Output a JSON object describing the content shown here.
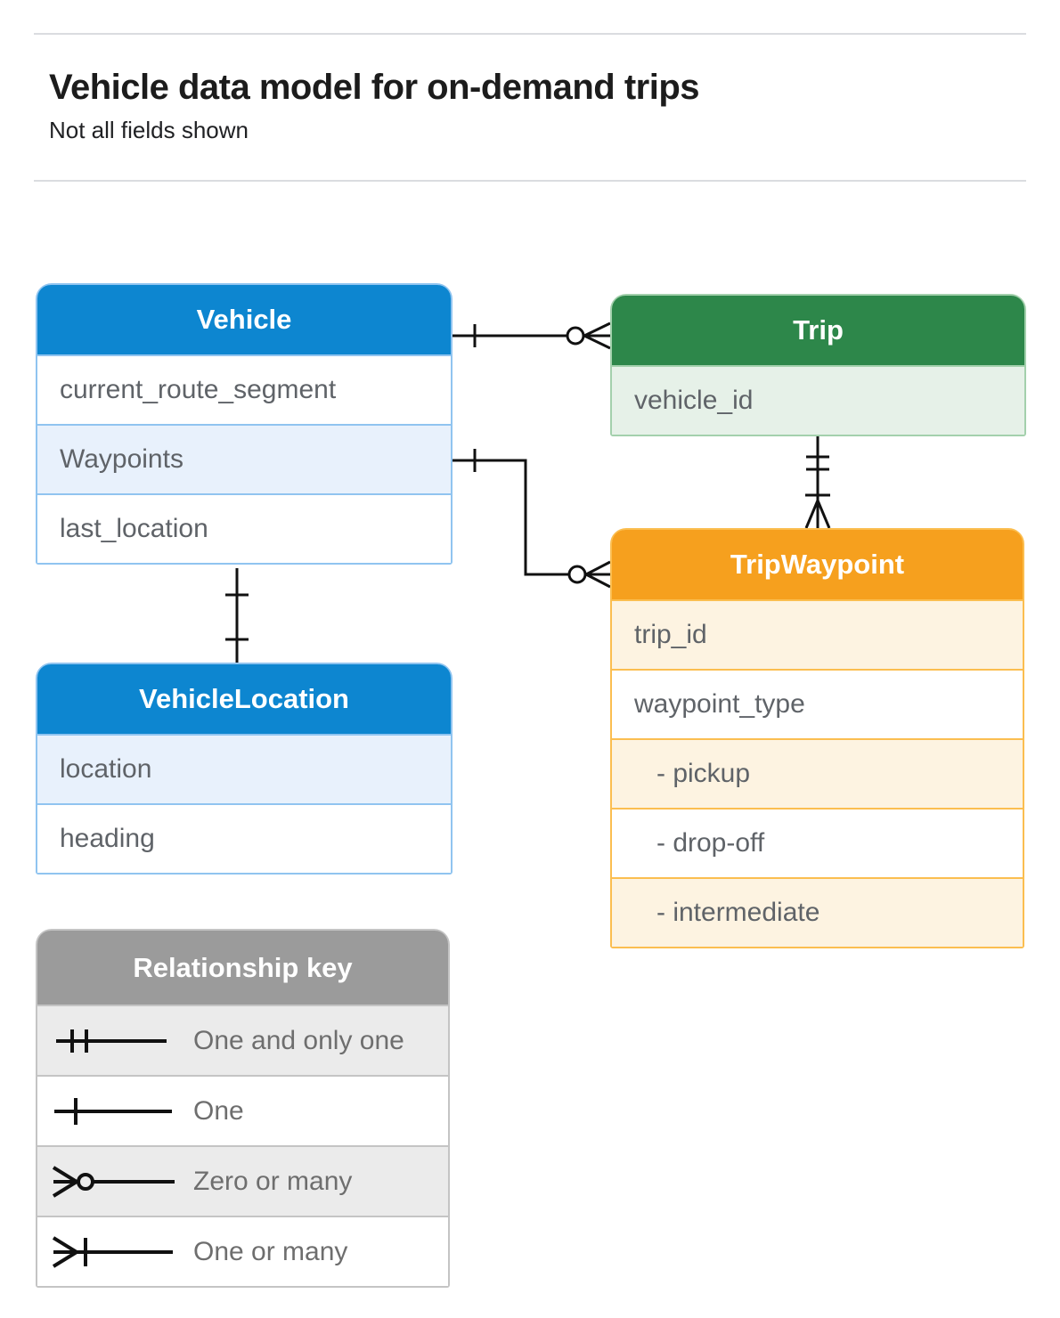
{
  "page": {
    "title": "Vehicle data model for on-demand trips",
    "subtitle": "Not all fields shown"
  },
  "entities": {
    "vehicle": {
      "title": "Vehicle",
      "fields": [
        "current_route_segment",
        "Waypoints",
        "last_location"
      ]
    },
    "trip": {
      "title": "Trip",
      "fields": [
        "vehicle_id"
      ]
    },
    "trip_waypoint": {
      "title": "TripWaypoint",
      "fields": [
        "trip_id",
        "waypoint_type",
        "- pickup",
        "- drop-off",
        "- intermediate"
      ]
    },
    "vehicle_location": {
      "title": "VehicleLocation",
      "fields": [
        "location",
        "heading"
      ]
    }
  },
  "relationships": [
    {
      "from": "Vehicle",
      "to": "Trip",
      "from_cardinality": "one",
      "to_cardinality": "zero-or-many"
    },
    {
      "from": "Vehicle.Waypoints",
      "to": "TripWaypoint",
      "from_cardinality": "one",
      "to_cardinality": "zero-or-many"
    },
    {
      "from": "Trip",
      "to": "TripWaypoint",
      "from_cardinality": "one-and-only-one",
      "to_cardinality": "one-or-many"
    },
    {
      "from": "Vehicle",
      "to": "VehicleLocation",
      "from_cardinality": "one",
      "to_cardinality": "one"
    }
  ],
  "legend": {
    "title": "Relationship key",
    "items": [
      {
        "symbol": "one-and-only-one",
        "label": "One and only one"
      },
      {
        "symbol": "one",
        "label": "One"
      },
      {
        "symbol": "zero-or-many",
        "label": "Zero or many"
      },
      {
        "symbol": "one-or-many",
        "label": "One or many"
      }
    ]
  },
  "colors": {
    "blue_header": "#0D86D0",
    "blue_row_tint": "#E8F1FC",
    "green_header": "#2D874A",
    "green_row_tint": "#E6F1E8",
    "orange_header": "#F6A01E",
    "orange_row_tint": "#FDF3E1",
    "gray_header": "#9B9B9B",
    "gray_row_tint": "#EBEBEB",
    "connector": "#111111"
  }
}
